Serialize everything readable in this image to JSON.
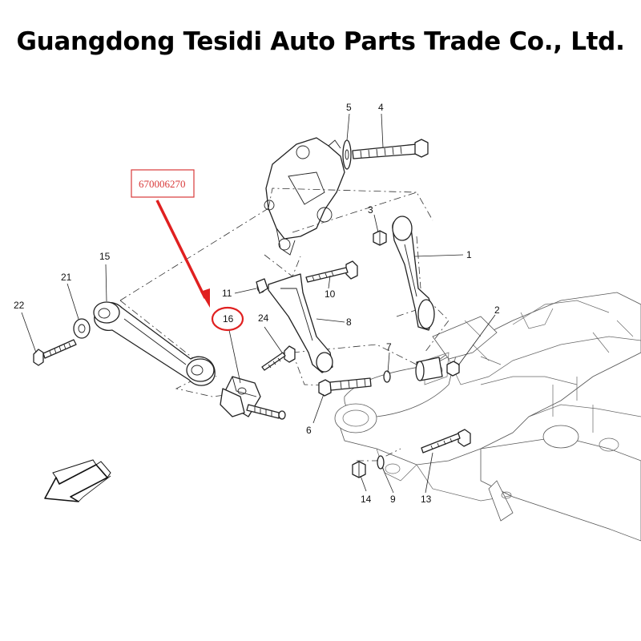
{
  "title": "Guangdong Tesidi Auto Parts Trade Co., Ltd.",
  "callout": {
    "part_number": "670006270",
    "highlighted_label": "16",
    "color": "#d93a3a"
  },
  "labels": {
    "l1": "1",
    "l2": "2",
    "l3": "3",
    "l4": "4",
    "l5": "5",
    "l6": "6",
    "l7": "7",
    "l8": "8",
    "l9": "9",
    "l10": "10",
    "l11": "11",
    "l13": "13",
    "l14": "14",
    "l15": "15",
    "l16": "16",
    "l21": "21",
    "l22": "22",
    "l24": "24"
  },
  "direction_icon": "front-direction-arrow-icon"
}
